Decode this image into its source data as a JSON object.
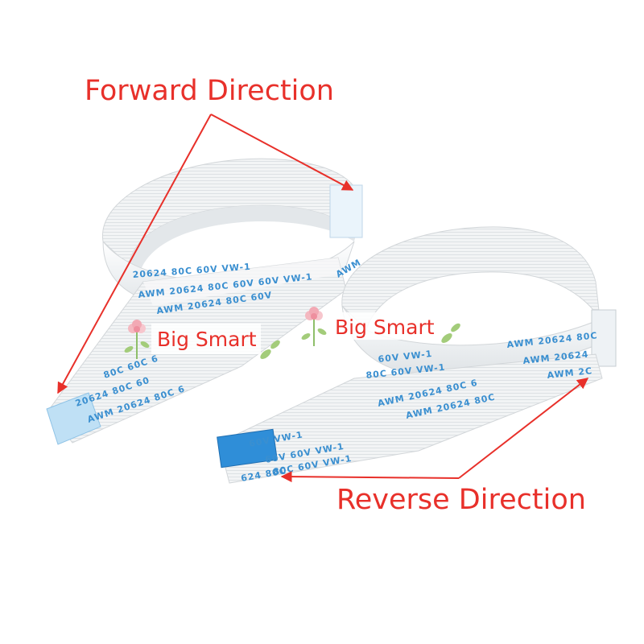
{
  "annotations": {
    "forward": "Forward Direction",
    "reverse": "Reverse Direction"
  },
  "watermark": {
    "left": "Big Smart",
    "right": "Big Smart"
  },
  "cable_print": {
    "left_top": "20624  80C  60V  VW-1",
    "left_mid": "AWM  20624  80C  60V  60V  VW-1",
    "left_bottom": "AWM  20624  80C  60V",
    "left_tail_1": "80C  60C  6",
    "left_tail_2": "20624  80C  60",
    "left_tail_3": "AWM  20624  80C  6",
    "left_end": "AWM",
    "right_band_1": "AWM  20624  80C",
    "right_band_2": "AWM  20624",
    "right_band_3": "AWM  2C",
    "right_front_1": "60V  VW-1",
    "right_front_2": "80C  60V  VW-1",
    "right_front_3": "AWM  20624  80C  6",
    "right_front_4": "AWM  20624  80C",
    "right_tail_1": "60V  VW-1",
    "right_tail_2": "60V  60V  VW-1",
    "right_tail_3": "80C  60V  VW-1",
    "right_tail_4": "624  80C"
  },
  "colors": {
    "annotation": "#e8302a",
    "cable": "#f1f3f4",
    "cable_edge": "#d6dadd",
    "print": "#3a8fd0",
    "connector": "#2f8ed8"
  }
}
